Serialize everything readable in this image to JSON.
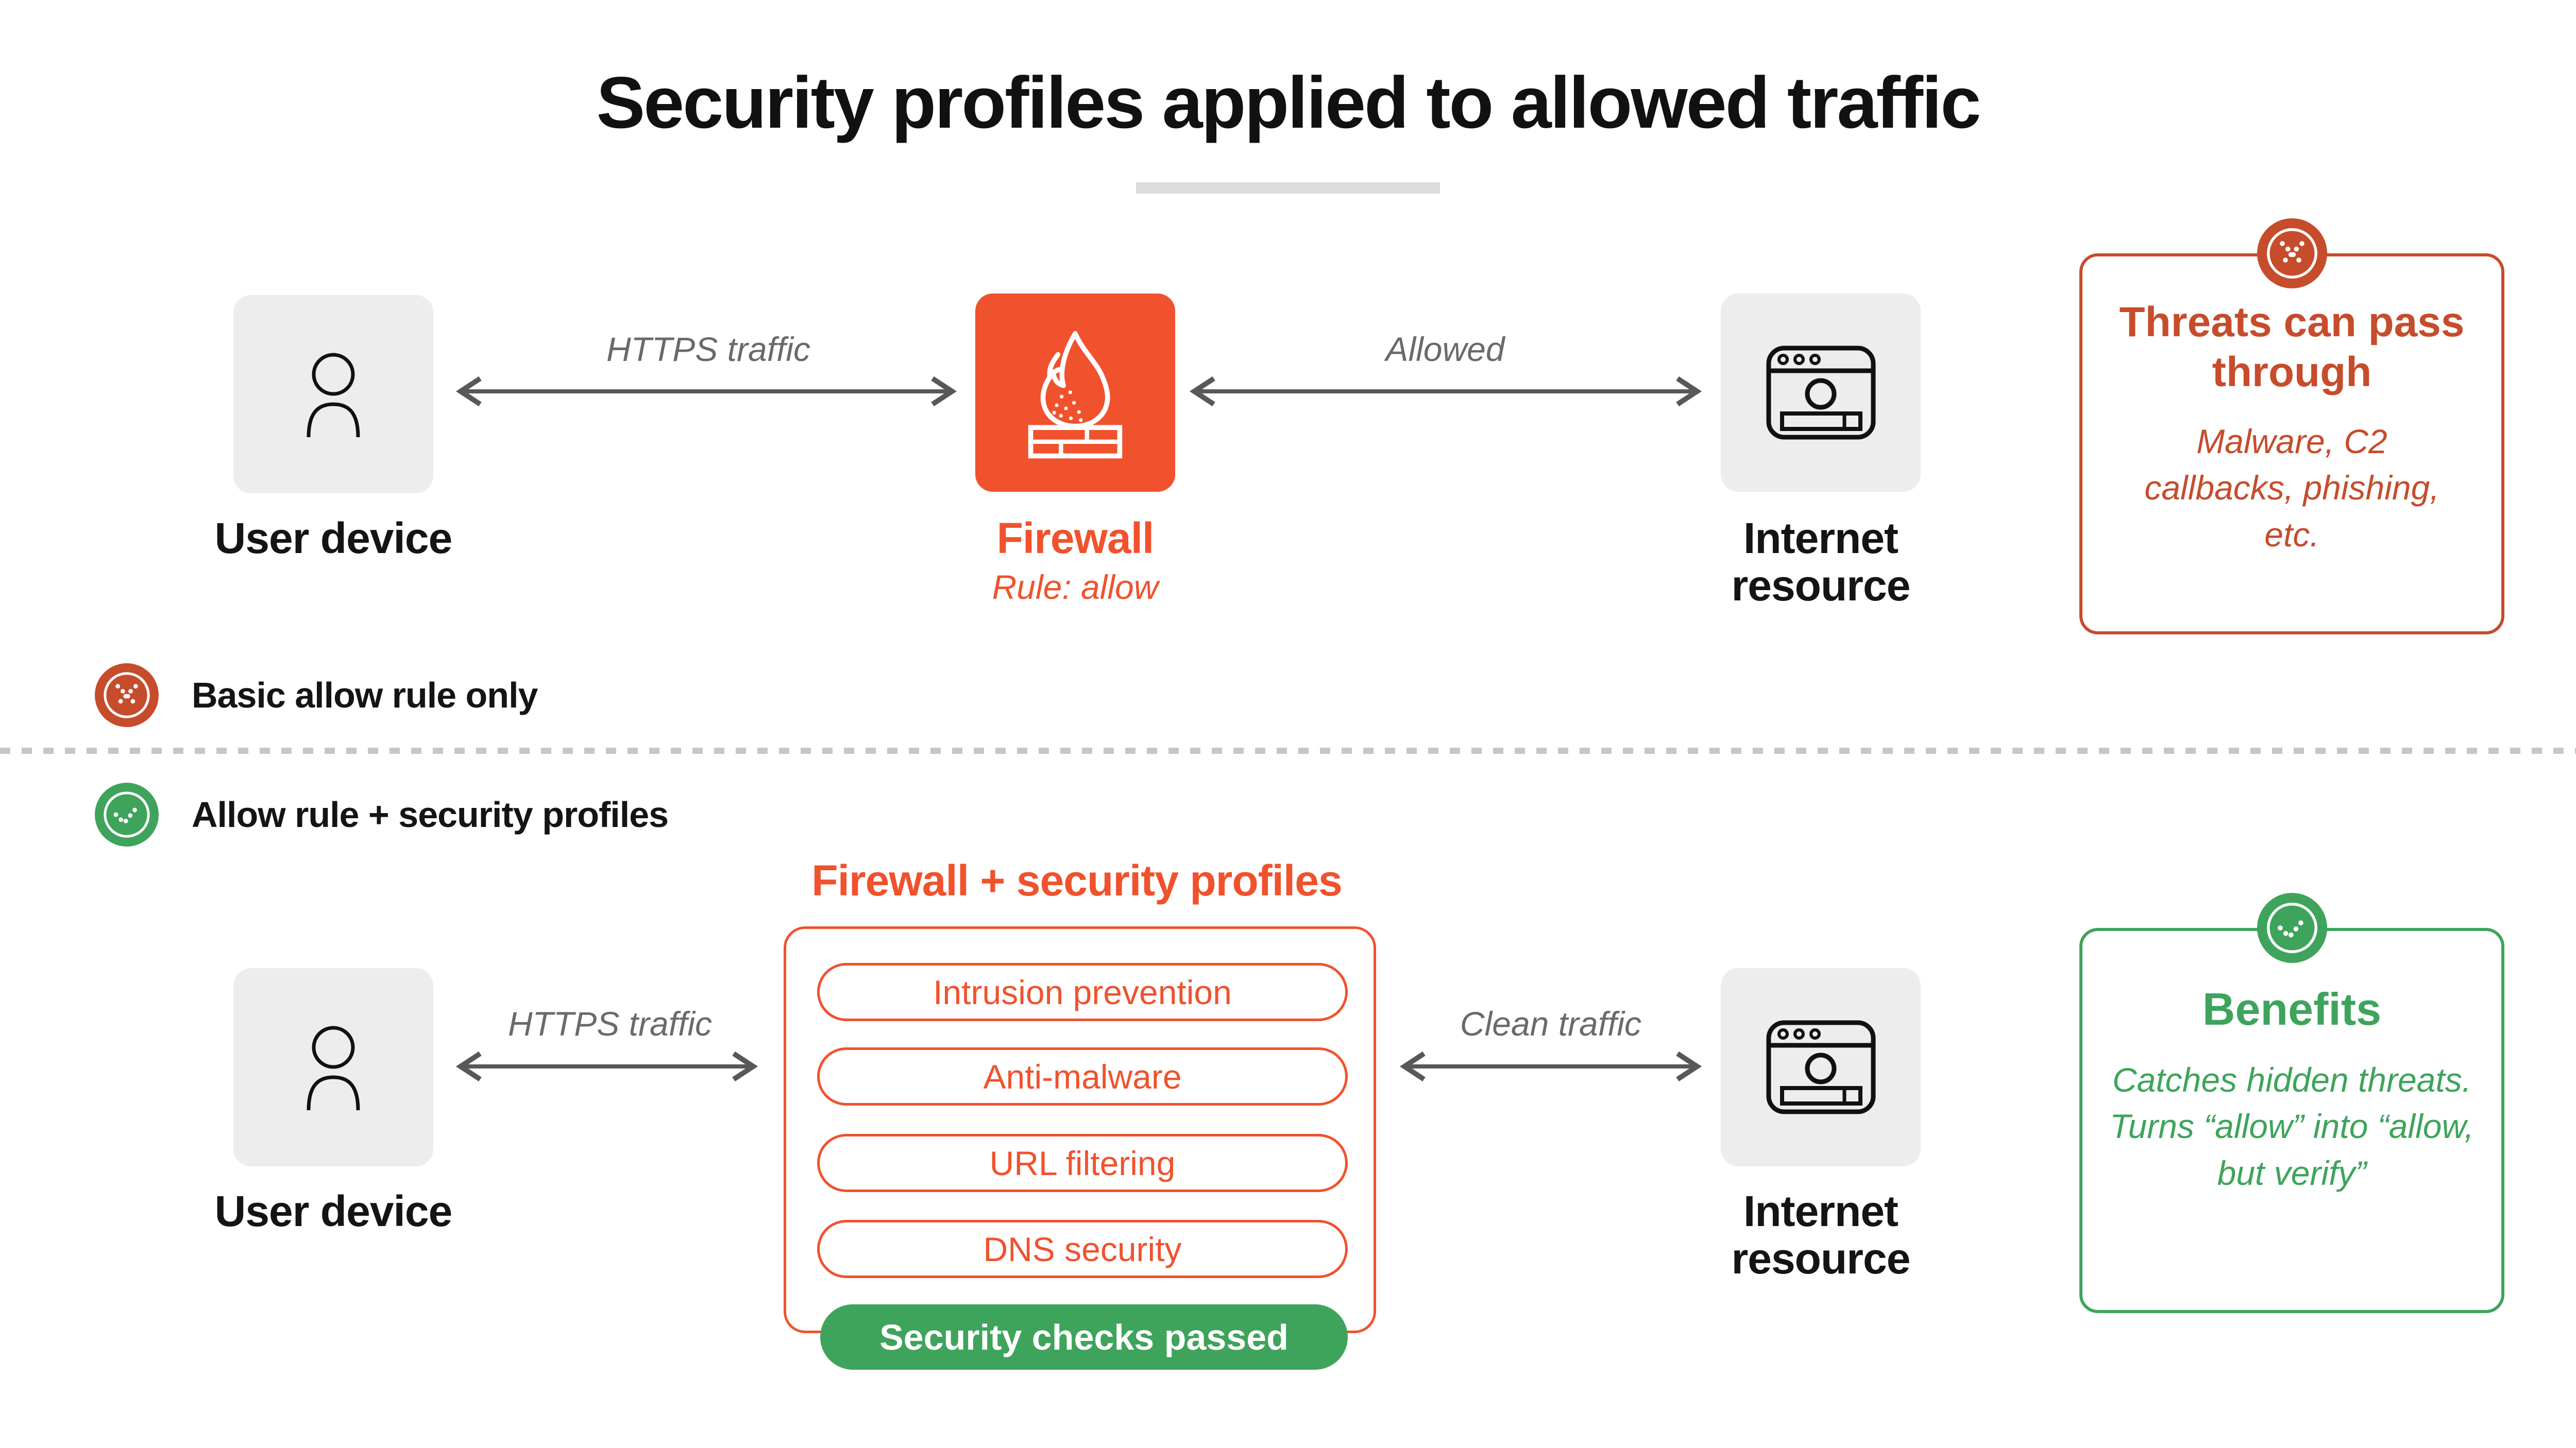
{
  "title": "Security profiles applied to allowed traffic",
  "colors": {
    "orange": "#F0522D",
    "deep_orange": "#C64C2C",
    "green": "#3EA45B",
    "arrow_gray": "#58585A",
    "flow_label_gray": "#6A6A6A",
    "node_bg_gray": "#EDEDED",
    "text_black": "#141414"
  },
  "icons": {
    "user": "person-icon",
    "firewall": "flame-brick-icon",
    "internet": "browser-window-icon",
    "blocked": "crossed-circle-icon",
    "passed": "check-circle-icon"
  },
  "scenario1": {
    "row_label": "Basic allow rule only",
    "user_label": "User device",
    "firewall_label": "Firewall",
    "firewall_rule": "Rule: allow",
    "internet_label": "Internet resource",
    "left_arrow_label": "HTTPS traffic",
    "right_arrow_label": "Allowed",
    "callout_title": "Threats can pass through",
    "callout_body": "Malware, C2 callbacks, phishing, etc."
  },
  "scenario2": {
    "row_label": "Allow rule + security profiles",
    "box_title": "Firewall + security profiles",
    "profiles": [
      "Intrusion prevention",
      "Anti-malware",
      "URL filtering",
      "DNS security"
    ],
    "status_label": "Security checks passed",
    "user_label": "User device",
    "internet_label": "Internet resource",
    "left_arrow_label": "HTTPS traffic",
    "right_arrow_label": "Clean traffic",
    "callout_title": "Benefits",
    "callout_body": "Catches hidden threats. Turns “allow” into “allow, but verify”"
  }
}
